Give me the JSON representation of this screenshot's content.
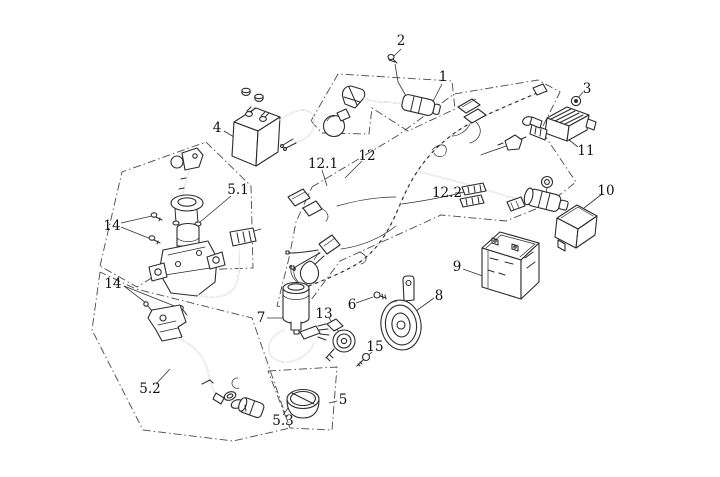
{
  "diagram": {
    "background": "#ffffff",
    "line_color": "#2b2b2b",
    "callouts": [
      {
        "ref": "1"
      },
      {
        "ref": "2"
      },
      {
        "ref": "3"
      },
      {
        "ref": "4"
      },
      {
        "ref": "5"
      },
      {
        "ref": "5.1"
      },
      {
        "ref": "5.2"
      },
      {
        "ref": "5.3"
      },
      {
        "ref": "6"
      },
      {
        "ref": "7"
      },
      {
        "ref": "8"
      },
      {
        "ref": "9"
      },
      {
        "ref": "10"
      },
      {
        "ref": "11"
      },
      {
        "ref": "12"
      },
      {
        "ref": "12.1"
      },
      {
        "ref": "12.2"
      },
      {
        "ref": "13"
      },
      {
        "ref": "14"
      },
      {
        "ref": "14"
      },
      {
        "ref": "15"
      }
    ]
  }
}
